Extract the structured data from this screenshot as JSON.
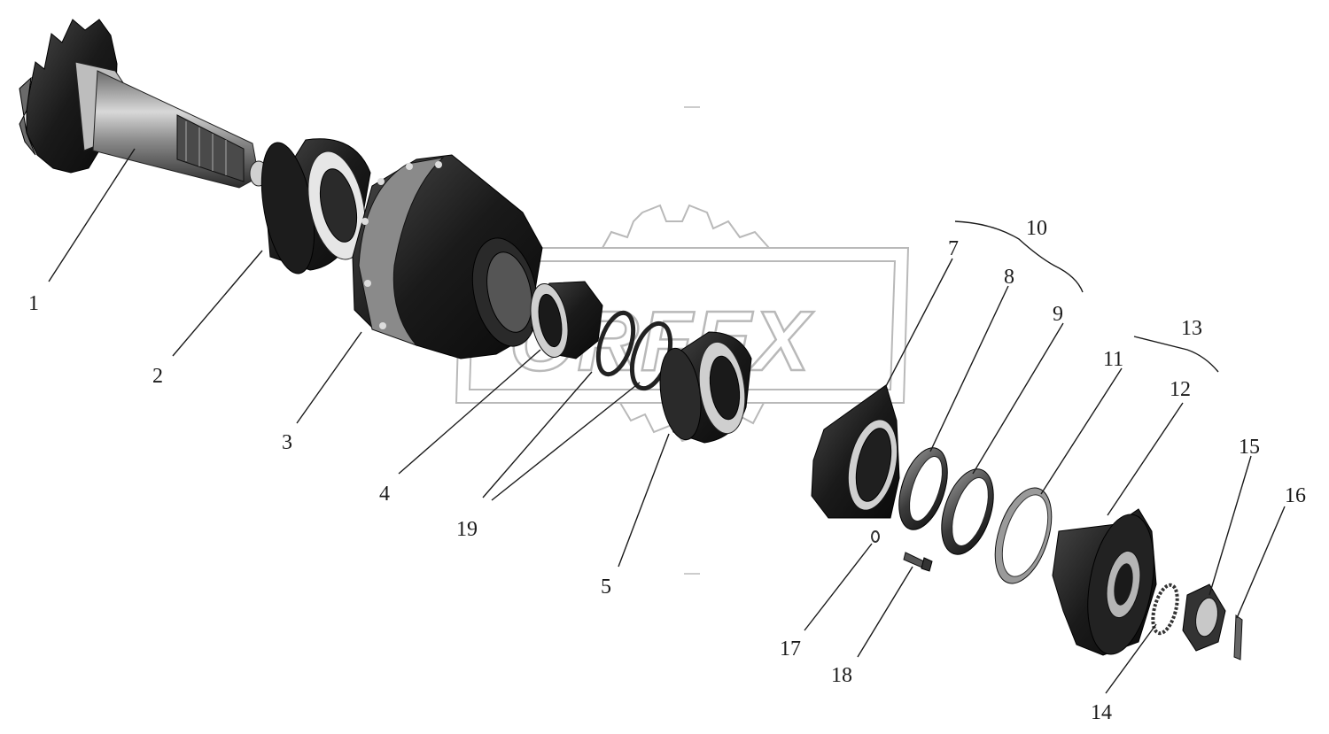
{
  "watermark": {
    "text": "ORFEX"
  },
  "callouts": {
    "c1": "1",
    "c2": "2",
    "c3": "3",
    "c4": "4",
    "c5": "5",
    "c7": "7",
    "c8": "8",
    "c9": "9",
    "c10": "10",
    "c11": "11",
    "c12": "12",
    "c13": "13",
    "c14": "14",
    "c15": "15",
    "c16": "16",
    "c17": "17",
    "c18": "18",
    "c19": "19"
  },
  "colors": {
    "part_dark": "#151515",
    "part_mid": "#3a3a3a",
    "part_light": "#9a9a9a",
    "line": "#1a1a1a",
    "watermark": "#b9b9b9"
  }
}
